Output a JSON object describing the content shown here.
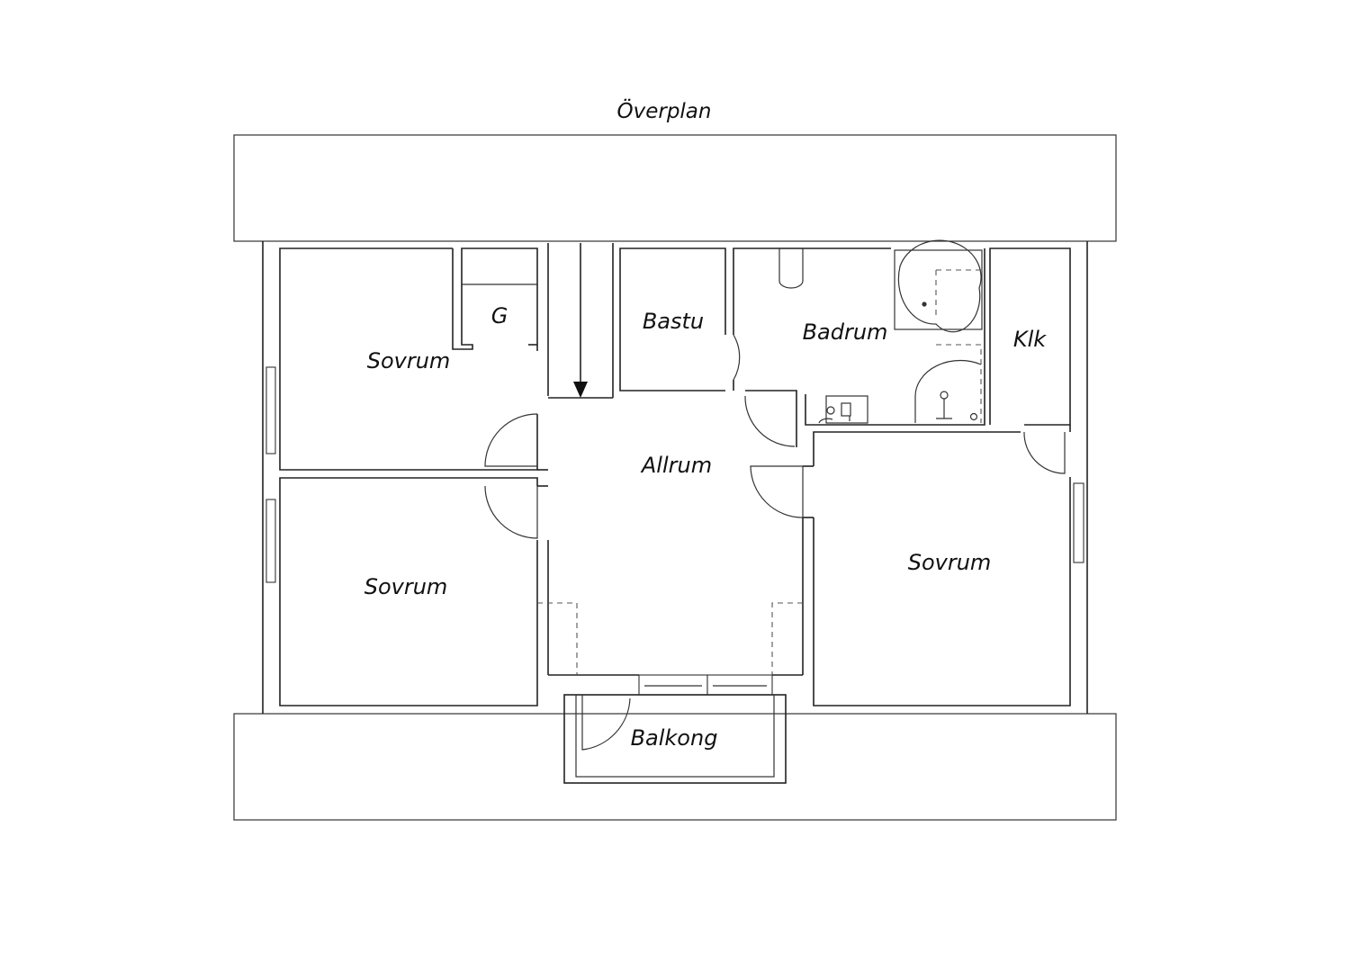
{
  "title": "Överplan",
  "rooms": {
    "sovrum_1": "Sovrum",
    "sovrum_2": "Sovrum",
    "sovrum_3": "Sovrum",
    "g": "G",
    "bastu": "Bastu",
    "badrum": "Badrum",
    "klk": "Klk",
    "allrum": "Allrum",
    "balkong": "Balkong"
  }
}
